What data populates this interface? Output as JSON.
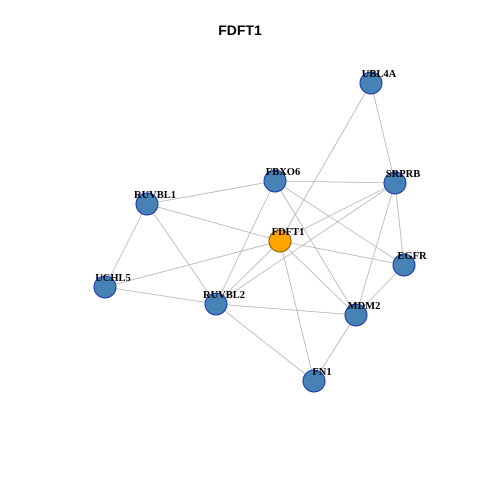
{
  "title": "FDFT1",
  "colors": {
    "background": "#ffffff",
    "edge": "#b5b5b5",
    "node_fill": "#4682b4",
    "node_stroke": "#1a33b3",
    "center_fill": "#ffa500",
    "center_stroke": "#8a5a00",
    "label": "#000000"
  },
  "network": {
    "center": "FDFT1",
    "nodes": [
      {
        "id": "UBL4A",
        "label": "UBL4A"
      },
      {
        "id": "FBXO6",
        "label": "FBXO6"
      },
      {
        "id": "SRPRB",
        "label": "SRPRB"
      },
      {
        "id": "RUVBL1",
        "label": "RUVBL1"
      },
      {
        "id": "FDFT1",
        "label": "FDFT1"
      },
      {
        "id": "EGFR",
        "label": "EGFR"
      },
      {
        "id": "UCHL5",
        "label": "UCHL5"
      },
      {
        "id": "RUVBL2",
        "label": "RUVBL2"
      },
      {
        "id": "MDM2",
        "label": "MDM2"
      },
      {
        "id": "FN1",
        "label": "FN1"
      }
    ],
    "edges": [
      [
        "UBL4A",
        "FDFT1"
      ],
      [
        "UBL4A",
        "SRPRB"
      ],
      [
        "FBXO6",
        "SRPRB"
      ],
      [
        "FBXO6",
        "RUVBL1"
      ],
      [
        "FBXO6",
        "RUVBL2"
      ],
      [
        "FBXO6",
        "EGFR"
      ],
      [
        "FBXO6",
        "MDM2"
      ],
      [
        "SRPRB",
        "FDFT1"
      ],
      [
        "SRPRB",
        "EGFR"
      ],
      [
        "SRPRB",
        "MDM2"
      ],
      [
        "SRPRB",
        "RUVBL2"
      ],
      [
        "RUVBL1",
        "FDFT1"
      ],
      [
        "RUVBL1",
        "UCHL5"
      ],
      [
        "RUVBL1",
        "RUVBL2"
      ],
      [
        "FDFT1",
        "EGFR"
      ],
      [
        "FDFT1",
        "MDM2"
      ],
      [
        "FDFT1",
        "FN1"
      ],
      [
        "FDFT1",
        "RUVBL2"
      ],
      [
        "FDFT1",
        "UCHL5"
      ],
      [
        "UCHL5",
        "RUVBL2"
      ],
      [
        "RUVBL2",
        "MDM2"
      ],
      [
        "RUVBL2",
        "FN1"
      ],
      [
        "MDM2",
        "EGFR"
      ],
      [
        "MDM2",
        "FN1"
      ]
    ]
  }
}
